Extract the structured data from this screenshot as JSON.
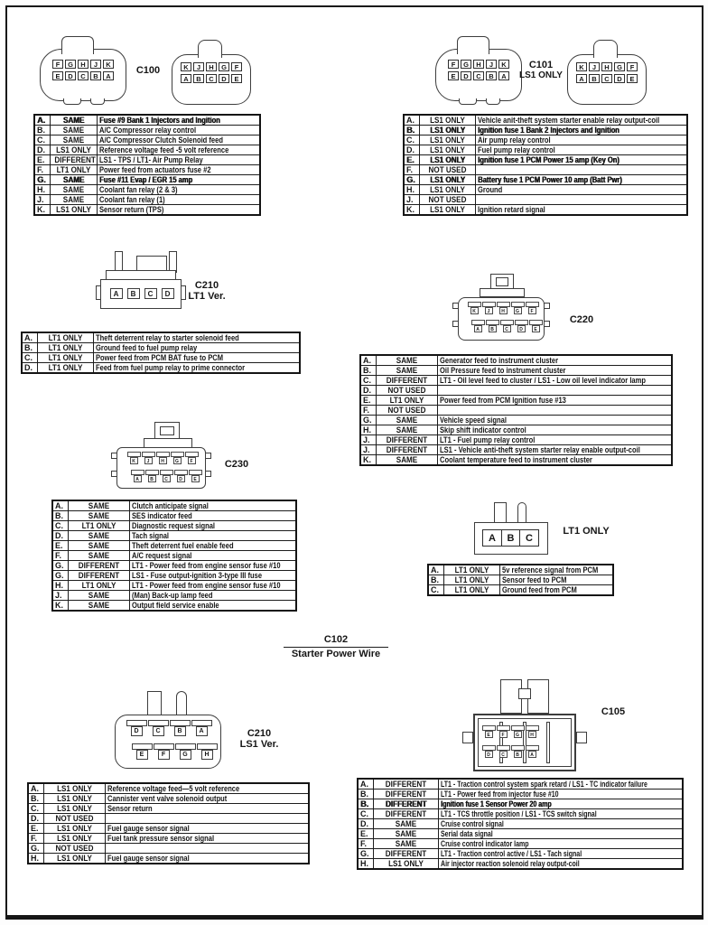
{
  "colors": {
    "ink": "#161616",
    "paper": "#ffffff"
  },
  "statuses": [
    "SAME",
    "DIFFERENT",
    "LS1 ONLY",
    "LT1 ONLY",
    "NOT USED"
  ],
  "connectors": {
    "c100": {
      "name": "C100",
      "left_pins": [
        [
          "F",
          "G",
          "H",
          "J",
          "K"
        ],
        [
          "E",
          "D",
          "C",
          "B",
          "A"
        ]
      ],
      "right_pins": [
        [
          "K",
          "J",
          "H",
          "G",
          "F"
        ],
        [
          "A",
          "B",
          "C",
          "D",
          "E"
        ]
      ],
      "rows": [
        {
          "pin": "A.",
          "status": "SAME",
          "desc": "Fuse #9 Bank 1 Injectors and Ingition",
          "strong": true
        },
        {
          "pin": "B.",
          "status": "SAME",
          "desc": "A/C Compressor relay control"
        },
        {
          "pin": "C.",
          "status": "SAME",
          "desc": "A/C Compressor Clutch Solenoid feed"
        },
        {
          "pin": "D.",
          "status": "LS1 ONLY",
          "desc": "Reference voltage feed -5 volt reference"
        },
        {
          "pin": "E.",
          "status": "DIFFERENT",
          "desc": "LS1 - TPS / LT1- Air Pump Relay"
        },
        {
          "pin": "F.",
          "status": "LT1 ONLY",
          "desc": "Power feed from actuators fuse #2"
        },
        {
          "pin": "G.",
          "status": "SAME",
          "desc": "Fuse #11 Evap / EGR 15 amp",
          "strong": true
        },
        {
          "pin": "H.",
          "status": "SAME",
          "desc": "Coolant fan relay (2 & 3)"
        },
        {
          "pin": "J.",
          "status": "SAME",
          "desc": "Coolant fan relay (1)"
        },
        {
          "pin": "K.",
          "status": "LS1 ONLY",
          "desc": "Sensor return (TPS)"
        }
      ]
    },
    "c101": {
      "name": "C101",
      "sublabel": "LS1 ONLY",
      "left_pins": [
        [
          "F",
          "G",
          "H",
          "J",
          "K"
        ],
        [
          "E",
          "D",
          "C",
          "B",
          "A"
        ]
      ],
      "right_pins": [
        [
          "K",
          "J",
          "H",
          "G",
          "F"
        ],
        [
          "A",
          "B",
          "C",
          "D",
          "E"
        ]
      ],
      "rows": [
        {
          "pin": "A.",
          "status": "LS1 ONLY",
          "desc": "Vehicle anit-theft system starter enable relay output-coil"
        },
        {
          "pin": "B.",
          "status": "LS1 ONLY",
          "desc": "Ignition fuse 1 Bank 2 Injectors and Ignition",
          "strong": true
        },
        {
          "pin": "C.",
          "status": "LS1 ONLY",
          "desc": "Air pump relay control"
        },
        {
          "pin": "D.",
          "status": "LS1 ONLY",
          "desc": "Fuel pump relay control"
        },
        {
          "pin": "E.",
          "status": "LS1 ONLY",
          "desc": "Ignition fuse 1 PCM Power 15 amp (Key On)",
          "strong": true
        },
        {
          "pin": "F.",
          "status": "NOT USED",
          "desc": ""
        },
        {
          "pin": "G.",
          "status": "LS1 ONLY",
          "desc": "Battery fuse 1 PCM Power 10 amp (Batt Pwr)",
          "strong": true
        },
        {
          "pin": "H.",
          "status": "LS1 ONLY",
          "desc": "Ground"
        },
        {
          "pin": "J.",
          "status": "NOT USED",
          "desc": ""
        },
        {
          "pin": "K.",
          "status": "LS1 ONLY",
          "desc": "Ignition retard signal"
        }
      ]
    },
    "c210lt1": {
      "name": "C210",
      "version": "LT1 Ver.",
      "pins": [
        "A",
        "B",
        "C",
        "D"
      ],
      "rows": [
        {
          "pin": "A.",
          "status": "LT1 ONLY",
          "desc": "Theft deterrent relay to starter solenoid feed"
        },
        {
          "pin": "B.",
          "status": "LT1 ONLY",
          "desc": "Ground feed to fuel pump relay"
        },
        {
          "pin": "C.",
          "status": "LT1 ONLY",
          "desc": "Power feed from PCM BAT fuse to PCM"
        },
        {
          "pin": "D.",
          "status": "LT1 ONLY",
          "desc": "Feed from fuel pump relay to prime connector"
        }
      ]
    },
    "c220": {
      "name": "C220",
      "top_pins": [
        [
          "K",
          "J",
          "H",
          "G",
          "F"
        ]
      ],
      "bottom_pins": [
        [
          "A",
          "B",
          "C",
          "D",
          "E"
        ]
      ],
      "rows": [
        {
          "pin": "A.",
          "status": "SAME",
          "desc": "Generator feed to instrument cluster"
        },
        {
          "pin": "B.",
          "status": "SAME",
          "desc": "Oil Pressure feed to instrument cluster"
        },
        {
          "pin": "C.",
          "status": "DIFFERENT",
          "desc": "LT1 - Oil level feed to cluster / LS1 - Low oil level indicator lamp"
        },
        {
          "pin": "D.",
          "status": "NOT USED",
          "desc": ""
        },
        {
          "pin": "E.",
          "status": "LT1 ONLY",
          "desc": "Power feed from PCM Ignition fuse #13"
        },
        {
          "pin": "F.",
          "status": "NOT USED",
          "desc": ""
        },
        {
          "pin": "G.",
          "status": "SAME",
          "desc": "Vehicle speed signal"
        },
        {
          "pin": "H.",
          "status": "SAME",
          "desc": "Skip shift indicator control"
        },
        {
          "pin": "J.",
          "status": "DIFFERENT",
          "desc": "LT1 - Fuel pump relay control"
        },
        {
          "pin": "J.",
          "status": "DIFFERENT",
          "desc": "LS1 - Vehicle anti-theft system starter relay enable output-coil"
        },
        {
          "pin": "K.",
          "status": "SAME",
          "desc": "Coolant temperature feed to instrument cluster"
        }
      ]
    },
    "c230": {
      "name": "C230",
      "top_pins": [
        [
          "K",
          "J",
          "H",
          "G",
          "F"
        ]
      ],
      "bottom_pins": [
        [
          "A",
          "B",
          "C",
          "D",
          "E"
        ]
      ],
      "rows": [
        {
          "pin": "A.",
          "status": "SAME",
          "desc": "Clutch anticipate signal"
        },
        {
          "pin": "B.",
          "status": "SAME",
          "desc": "SES indicator feed"
        },
        {
          "pin": "C.",
          "status": "LT1 ONLY",
          "desc": "Diagnostic request signal"
        },
        {
          "pin": "D.",
          "status": "SAME",
          "desc": "Tach signal"
        },
        {
          "pin": "E.",
          "status": "SAME",
          "desc": "Theft deterrent fuel enable feed"
        },
        {
          "pin": "F.",
          "status": "SAME",
          "desc": "A/C request signal"
        },
        {
          "pin": "G.",
          "status": "DIFFERENT",
          "desc": "LT1 - Power feed from engine sensor fuse #10"
        },
        {
          "pin": "G.",
          "status": "DIFFERENT",
          "desc": "LS1 - Fuse output-ignition 3-type III fuse"
        },
        {
          "pin": "H.",
          "status": "LT1 ONLY",
          "desc": "LT1 - Power feed from engine sensor fuse #10"
        },
        {
          "pin": "J.",
          "status": "SAME",
          "desc": "(Man) Back-up lamp feed"
        },
        {
          "pin": "K.",
          "status": "SAME",
          "desc": "Output field service enable"
        }
      ]
    },
    "lt1only": {
      "name": "LT1 ONLY",
      "pins": [
        "A",
        "B",
        "C"
      ],
      "rows": [
        {
          "pin": "A.",
          "status": "LT1 ONLY",
          "desc": "5v reference signal from PCM"
        },
        {
          "pin": "B.",
          "status": "LT1 ONLY",
          "desc": "Sensor feed to PCM"
        },
        {
          "pin": "C.",
          "status": "LT1 ONLY",
          "desc": "Ground feed from PCM"
        }
      ]
    },
    "c102": {
      "name": "C102",
      "subtitle": "Starter Power Wire"
    },
    "c210ls1": {
      "name": "C210",
      "version": "LS1 Ver.",
      "top_pins": [
        [
          "D",
          "C",
          "B",
          "A"
        ]
      ],
      "bottom_pins": [
        [
          "E",
          "F",
          "G",
          "H"
        ]
      ],
      "rows": [
        {
          "pin": "A.",
          "status": "LS1 ONLY",
          "desc": "Reference voltage feed—5 volt reference"
        },
        {
          "pin": "B.",
          "status": "LS1 ONLY",
          "desc": "Cannister vent valve solenoid output"
        },
        {
          "pin": "C.",
          "status": "LS1 ONLY",
          "desc": "Sensor return"
        },
        {
          "pin": "D.",
          "status": "NOT USED",
          "desc": ""
        },
        {
          "pin": "E.",
          "status": "LS1 ONLY",
          "desc": "Fuel gauge sensor signal"
        },
        {
          "pin": "F.",
          "status": "LS1 ONLY",
          "desc": "Fuel tank pressure sensor signal"
        },
        {
          "pin": "G.",
          "status": "NOT USED",
          "desc": ""
        },
        {
          "pin": "H.",
          "status": "LS1 ONLY",
          "desc": "Fuel gauge sensor signal"
        }
      ]
    },
    "c105": {
      "name": "C105",
      "top_pins": [
        [
          "E",
          "F",
          "G",
          "H"
        ]
      ],
      "bottom_pins": [
        [
          "D",
          "C",
          "B",
          "A"
        ]
      ],
      "rows": [
        {
          "pin": "A.",
          "status": "DIFFERENT",
          "desc": "LT1 - Traction control system spark retard / LS1 - TC indicator failure"
        },
        {
          "pin": "B.",
          "status": "DIFFERENT",
          "desc": "LT1 - Power feed from injector fuse #10"
        },
        {
          "pin": "B.",
          "status": "DIFFERENT",
          "desc": "Ignition fuse 1 Sensor Power 20 amp",
          "strong": true
        },
        {
          "pin": "C.",
          "status": "DIFFERENT",
          "desc": "LT1 - TCS throttle position / LS1 - TCS switch signal"
        },
        {
          "pin": "D.",
          "status": "SAME",
          "desc": "Cruise control signal"
        },
        {
          "pin": "E.",
          "status": "SAME",
          "desc": "Serial data signal"
        },
        {
          "pin": "F.",
          "status": "SAME",
          "desc": "Cruise control indicator lamp"
        },
        {
          "pin": "G.",
          "status": "DIFFERENT",
          "desc": "LT1 - Traction control active / LS1 - Tach signal"
        },
        {
          "pin": "H.",
          "status": "LS1 ONLY",
          "desc": "Air injector reaction solenoid relay output-coil"
        }
      ]
    }
  }
}
